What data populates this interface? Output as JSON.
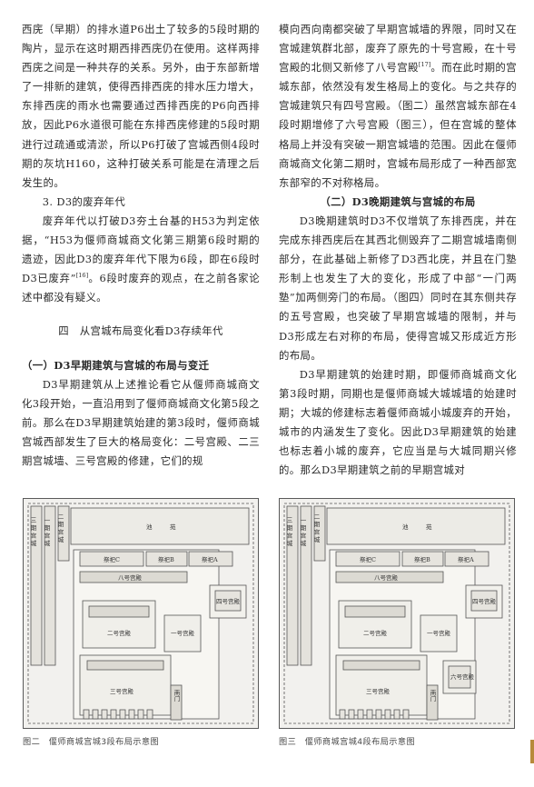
{
  "left_column": {
    "p1": "西庑（早期）的排水道P6出土了较多的5段时期的陶片，显示在这时期西排西庑仍在使用。这样两排西庑之间是一种共存的关系。另外，由于东部新增了一排新的建筑，使得西排西庑的排水压力增大，东排西庑的雨水也需要通过西排西庑的P6向西排放，因此P6水道很可能在东排西庑修建的5段时期进行过疏通或清淤，所以P6打破了宫城西侧4段时期的灰坑H160，这种打破关系可能是在清理之后发生的。",
    "sub3": "3. D3的废弃年代",
    "p2a": "废弃年代以打破D3夯土台基的H53为判定依据，“H53为偃师商城商文化第三期第6段时期的遗迹，因此D3的废弃年代下限为6段，即在6段时D3已废弃”",
    "p2_ref": "[16]",
    "p2b": "。6段时废弃的观点，在之前各家论述中都没有疑义。",
    "section_title": "四　从宫城布局变化看D3存续年代",
    "subsection1": "（一）D3早期建筑与宫城的布局与变迁",
    "p3": "D3早期建筑从上述推论看它从偃师商城商文化3段开始，一直沿用到了偃师商城商文化第5段之前。那么在D3早期建筑始建的第3段时，偃师商城宫城西部发生了巨大的格局变化：二号宫殿、二三期宫城墙、三号宫殿的修建，它们的规"
  },
  "right_column": {
    "p1a": "模向西向南都突破了早期宫城墙的界限，同时又在宫城建筑群北部，废弃了原先的十号宫殿，在十号宫殿的北侧又新修了八号宫殿",
    "p1_ref": "[17]",
    "p1b": "。而在此时期的宫城东部，依然没有发生格局上的变化。与之共存的宫城建筑只有四号宫殿。（图二）虽然宫城东部在4段时期增修了六号宫殿（图三），但在宫城的整体格局上并没有突破一期宫城墙的范围。因此在偃师商城商文化第二期时，宫城布局形成了一种西部宽东部窄的不对称格局。",
    "subsection2": "（二）D3晚期建筑与宫城的布局",
    "p2": "D3晚期建筑时D3不仅增筑了东排西庑，并在完成东排西庑后在其西北侧毁弃了二期宫城墙南侧部分，在此基础上新修了D3西北庑，并且在门塾形制上也发生了大的变化，形成了中部“一门两塾”加两侧旁门的布局。（图四）同时在其东侧共存的五号宫殿，也突破了早期宫城墙的限制，并与D3形成左右对称的布局，使得宫城又形成近方形的布局。",
    "p3": "D3早期建筑的始建时期，即偃师商城商文化第3段时期，同期也是偃师商城大城城墙的始建时期；大城的修建标志着偃师商城小城废弃的开始，城市的内涵发生了变化。因此D3早期建筑的始建也标志着小城的废弃，它应当是与大城同期兴修的。那么D3早期建筑之前的早期宫城对"
  },
  "figures": {
    "fig2": {
      "caption": "图二　偃师商城宫城3段布局示意图",
      "labels": {
        "qi3": "三期宫城",
        "qi1": "一期宫城",
        "qi2": "二期宫城",
        "pool": "池　　　苑",
        "sacC": "祭祀C",
        "sacB": "祭祀B",
        "sacA": "祭祀A",
        "p8": "八号宫殿",
        "p4": "四号宫殿",
        "p2": "二号宫殿",
        "p1": "一号宫殿",
        "p3": "三号宫殿",
        "gate": "南门"
      }
    },
    "fig3": {
      "caption": "图三　偃师商城宫城4段布局示意图",
      "labels": {
        "qi3": "三期宫城",
        "qi1": "一期宫城",
        "qi2": "二期宫城",
        "pool": "池　　　苑",
        "sacC": "祭祀C",
        "sacB": "祭祀B",
        "sacA": "祭祀A",
        "p8": "八号宫殿",
        "p4": "四号宫殿",
        "p2": "二号宫殿",
        "p1": "一号宫殿",
        "p3": "三号宫殿",
        "p6": "六号宫殿",
        "gate": "南门"
      }
    }
  }
}
